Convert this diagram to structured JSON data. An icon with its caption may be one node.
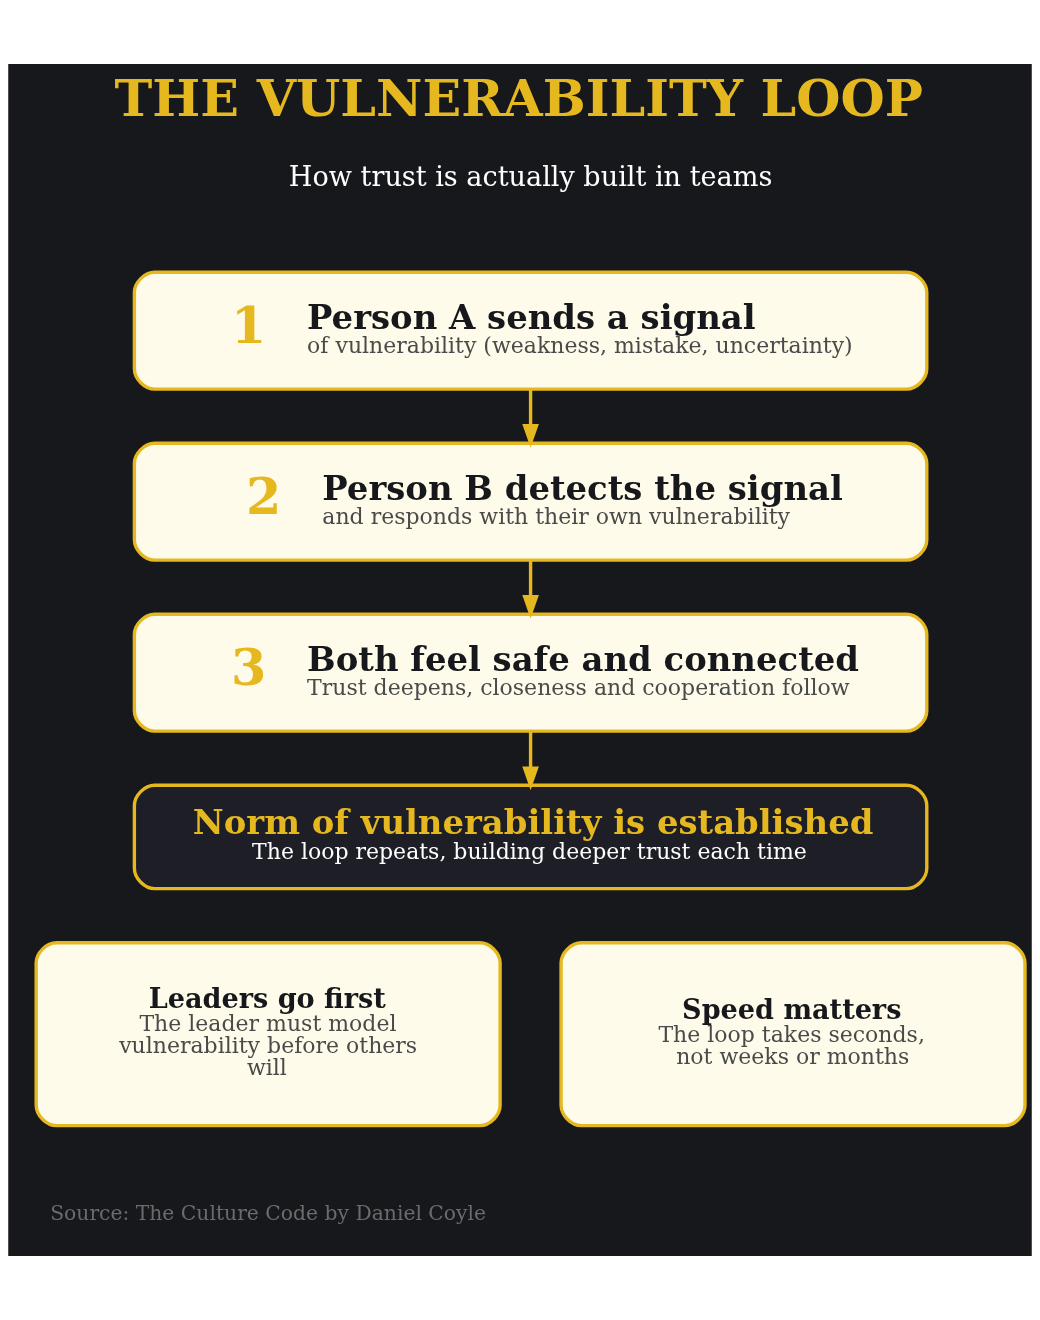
{
  "diagram": {
    "title": "THE VULNERABILITY LOOP",
    "caption": "Source: The Culture Code by Daniel Coyle",
    "nodes": [
      {
        "text": [
          "1",
          "Person A sends a signal",
          "of vulnerability (weakness, mistake, uncertainty)"
        ]
      },
      {
        "text": [
          "2",
          "Person B detects the signal",
          "and responds with their own vulnerability"
        ]
      },
      {
        "text": [
          "3",
          "Both feel safe and connected",
          "Trust deepens, closeness and cooperation follow"
        ]
      },
      {
        "text": [
          "Norm of vulnerability is established",
          "The loop repeats, building deeper trust each time"
        ]
      },
      {
        "text": [
          "Leaders go first",
          "The leader must model vulnerability before others will"
        ]
      },
      {
        "text": [
          "Speed matters",
          "The loop takes seconds, not weeks or months"
        ]
      }
    ],
    "edges": [
      {
        "from": 0,
        "to": 1,
        "arrow": "to"
      },
      {
        "from": 1,
        "to": 2,
        "arrow": "to"
      },
      {
        "from": 2,
        "to": 3,
        "arrow": "to"
      }
    ],
    "labels": [
      "How trust is actually built in teams"
    ]
  }
}
